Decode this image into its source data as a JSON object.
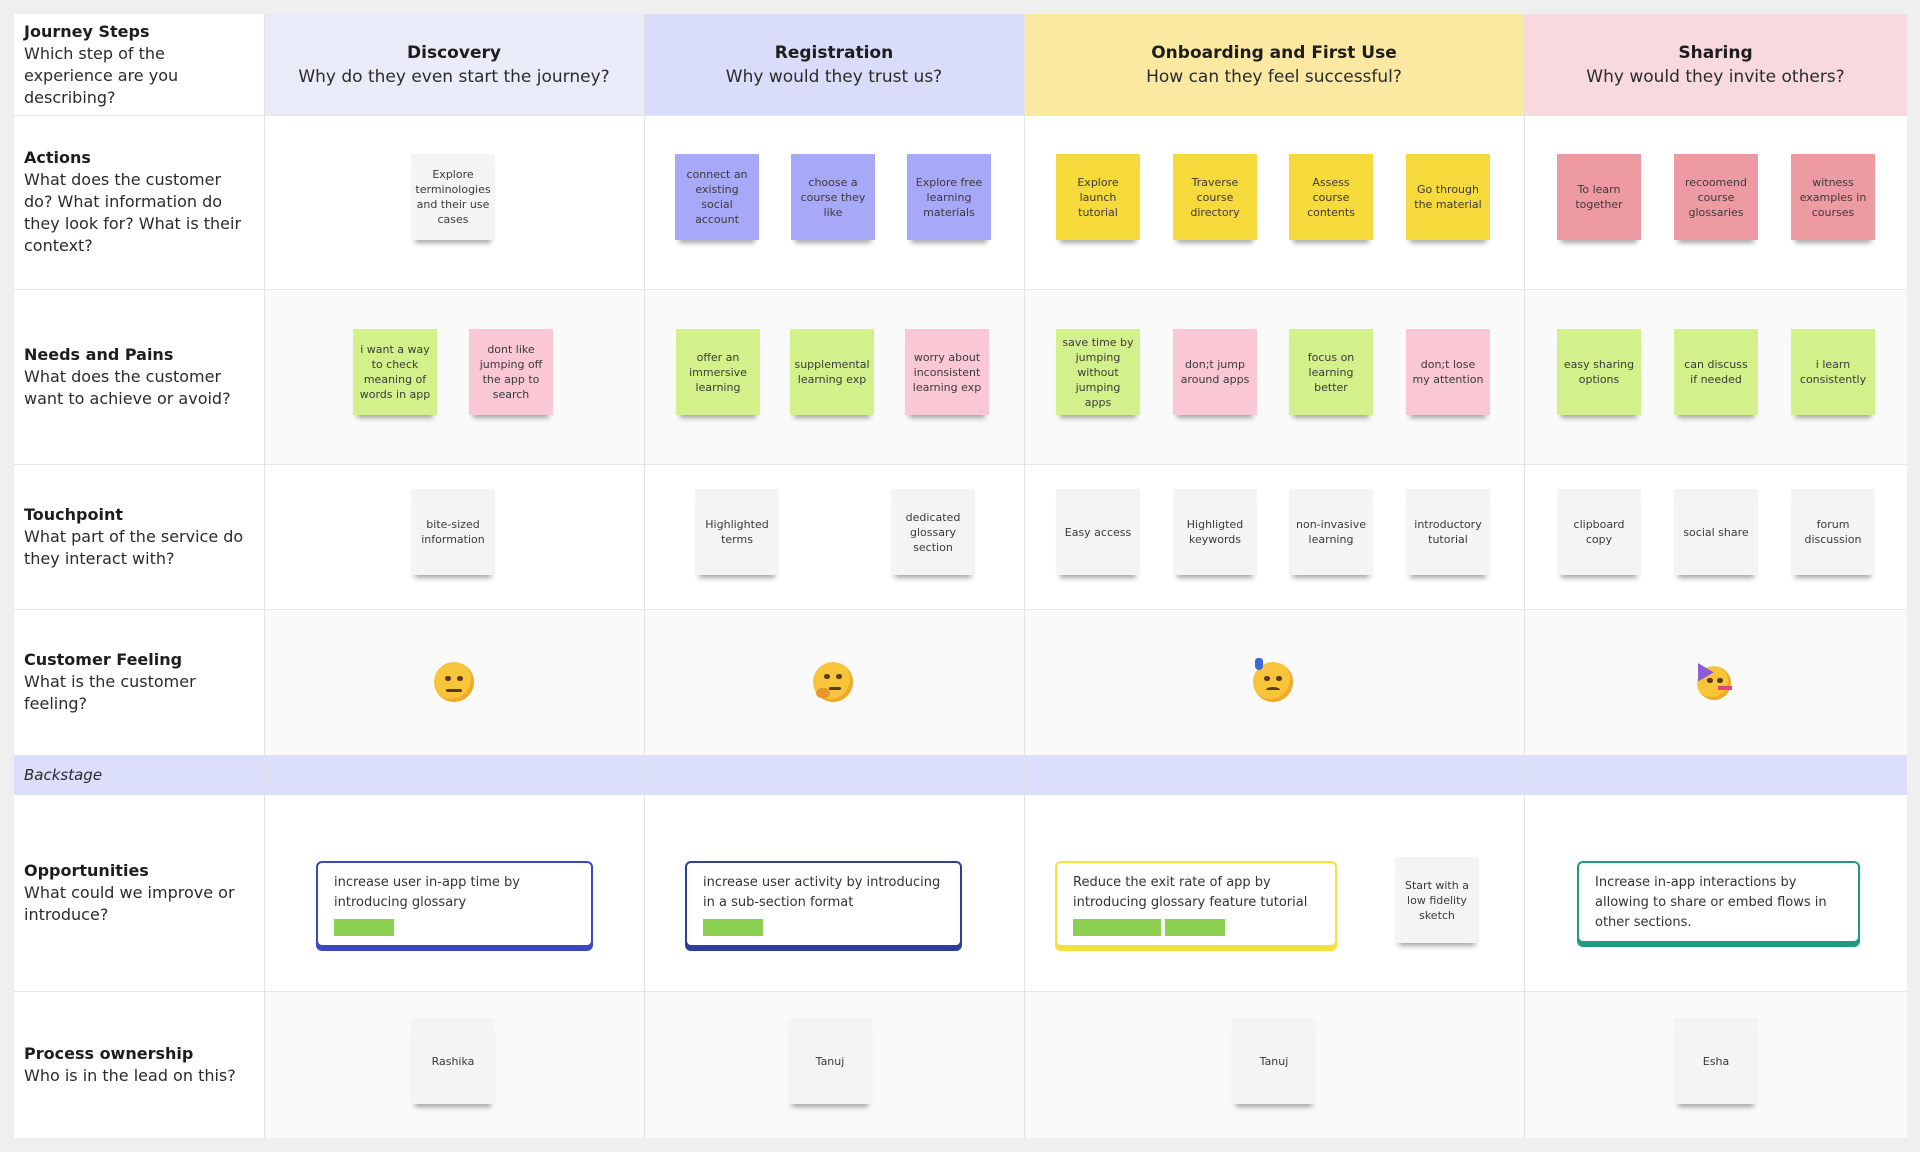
{
  "rows": {
    "journey": {
      "title": "Journey Steps",
      "desc": "Which step of the experience are you describing?"
    },
    "actions": {
      "title": "Actions",
      "desc": "What does the customer do? What information do they look for? What is their context?"
    },
    "needs": {
      "title": "Needs and Pains",
      "desc": "What does the customer want to achieve or avoid?"
    },
    "touchpoint": {
      "title": "Touchpoint",
      "desc": "What part of the service do they interact with?"
    },
    "feeling": {
      "title": "Customer Feeling",
      "desc": "What is the customer feeling?"
    },
    "backstage": {
      "label": "Backstage"
    },
    "opportunities": {
      "title": "Opportunities",
      "desc": "What could we improve or introduce?"
    },
    "ownership": {
      "title": "Process ownership",
      "desc": "Who is in the lead on this?"
    }
  },
  "stages": [
    {
      "title": "Discovery",
      "subtitle": "Why do they even start the journey?",
      "color": "#e9ebf8"
    },
    {
      "title": "Registration",
      "subtitle": "Why would they trust us?",
      "color": "#d9ddfa"
    },
    {
      "title": "Onboarding and First Use",
      "subtitle": "How can they feel successful?",
      "color": "#fbe8a1"
    },
    {
      "title": "Sharing",
      "subtitle": "Why would they invite others?",
      "color": "#f8d9de"
    }
  ],
  "stickies": {
    "actions": [
      "Explore terminologies and their use cases",
      "connect an existing social account",
      "choose a course they like",
      "Explore free learning materials",
      "Explore launch tutorial",
      "Traverse course directory",
      "Assess course contents",
      "Go through the material",
      "To learn together",
      "recoomend course glossaries",
      "witness examples in courses"
    ],
    "needs": [
      "i want a way to check meaning of words in app",
      "dont like jumping off the app to search",
      "offer an immersive learning",
      "supplemental learning exp",
      "worry about inconsistent learning exp",
      "save time by jumping without jumping apps",
      "don;t jump around apps",
      "focus on learning better",
      "don;t lose my attention",
      "easy sharing options",
      "can discuss if needed",
      "i learn consistently"
    ],
    "touchpoint": [
      "bite-sized information",
      "Highlighted terms",
      "dedicated glossary section",
      "Easy access",
      "Highligted keywords",
      "non-invasive learning",
      "introductory tutorial",
      "clipboard copy",
      "social share",
      "forum discussion"
    ],
    "side_note": "Start with a low fidelity sketch",
    "owners": [
      "Rashika",
      "Tanuj",
      "Tanuj",
      "Esha"
    ]
  },
  "feelings": [
    "neutral-face-icon",
    "thinking-face-icon",
    "sad-sweat-face-icon",
    "party-face-icon"
  ],
  "opportunities": [
    {
      "text": "increase user in-app time by introducing glossary",
      "border": "#3a47c0"
    },
    {
      "text": "increase user activity by introducing in a sub-section format",
      "border": "#2f3d9e"
    },
    {
      "text": "Reduce the exit rate of app by introducing glossary feature tutorial",
      "border": "#f3e23a"
    },
    {
      "text": "Increase in-app interactions by allowing to share or embed flows in other sections.",
      "border": "#1f9b7e"
    }
  ],
  "colors": {
    "backstage_band": "#dcdffb",
    "tag_green": "#8bd14f"
  }
}
